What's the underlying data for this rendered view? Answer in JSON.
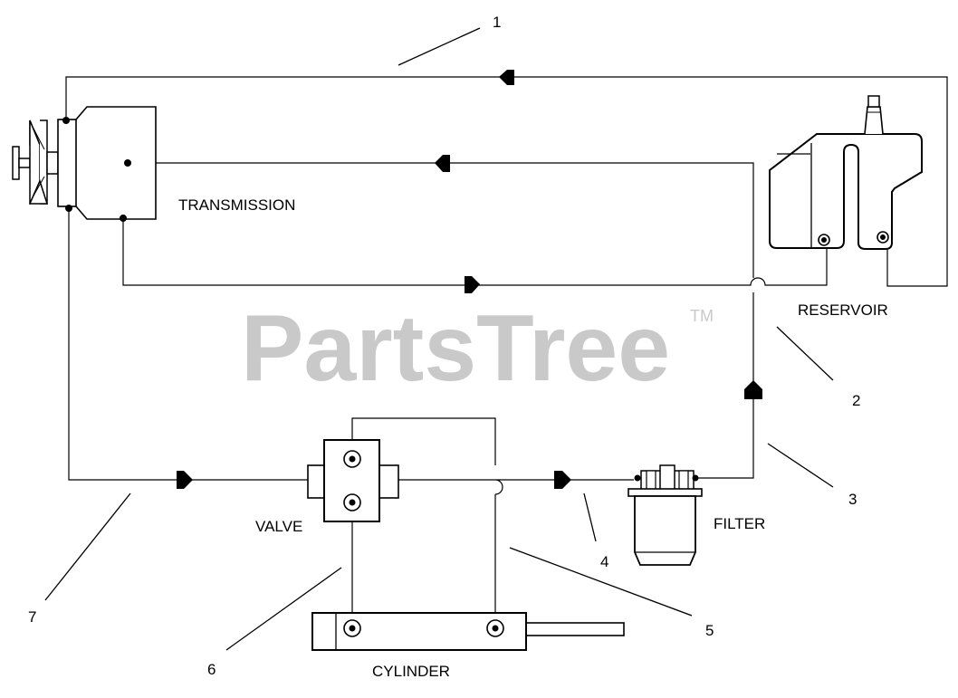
{
  "watermark": {
    "text": "PartsTree",
    "trademark": "TM"
  },
  "components": {
    "transmission": "TRANSMISSION",
    "reservoir": "RESERVOIR",
    "valve": "VALVE",
    "filter": "FILTER",
    "cylinder": "CYLINDER"
  },
  "callouts": [
    "1",
    "2",
    "3",
    "4",
    "5",
    "6",
    "7"
  ],
  "colors": {
    "line": "#000000",
    "watermark": "#c9c9c9"
  }
}
